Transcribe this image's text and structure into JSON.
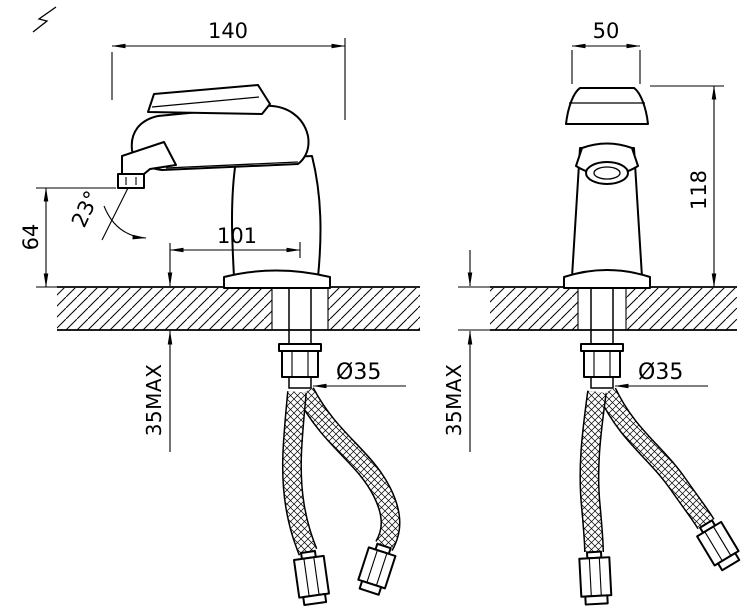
{
  "drawing": {
    "kind": "faucet-technical-drawing",
    "background": "#ffffff",
    "line_color": "#000000",
    "views": {
      "left": {
        "label": "side-profile-view",
        "dims": {
          "top_width": "140",
          "spout_height": "64",
          "spout_reach": "101",
          "spout_angle": "23°",
          "mount_max": "35MAX",
          "hole_dia": "Ø35"
        }
      },
      "right": {
        "label": "front-view",
        "dims": {
          "top_width": "50",
          "body_height": "118",
          "mount_max": "35MAX",
          "hole_dia": "Ø35"
        }
      }
    }
  }
}
